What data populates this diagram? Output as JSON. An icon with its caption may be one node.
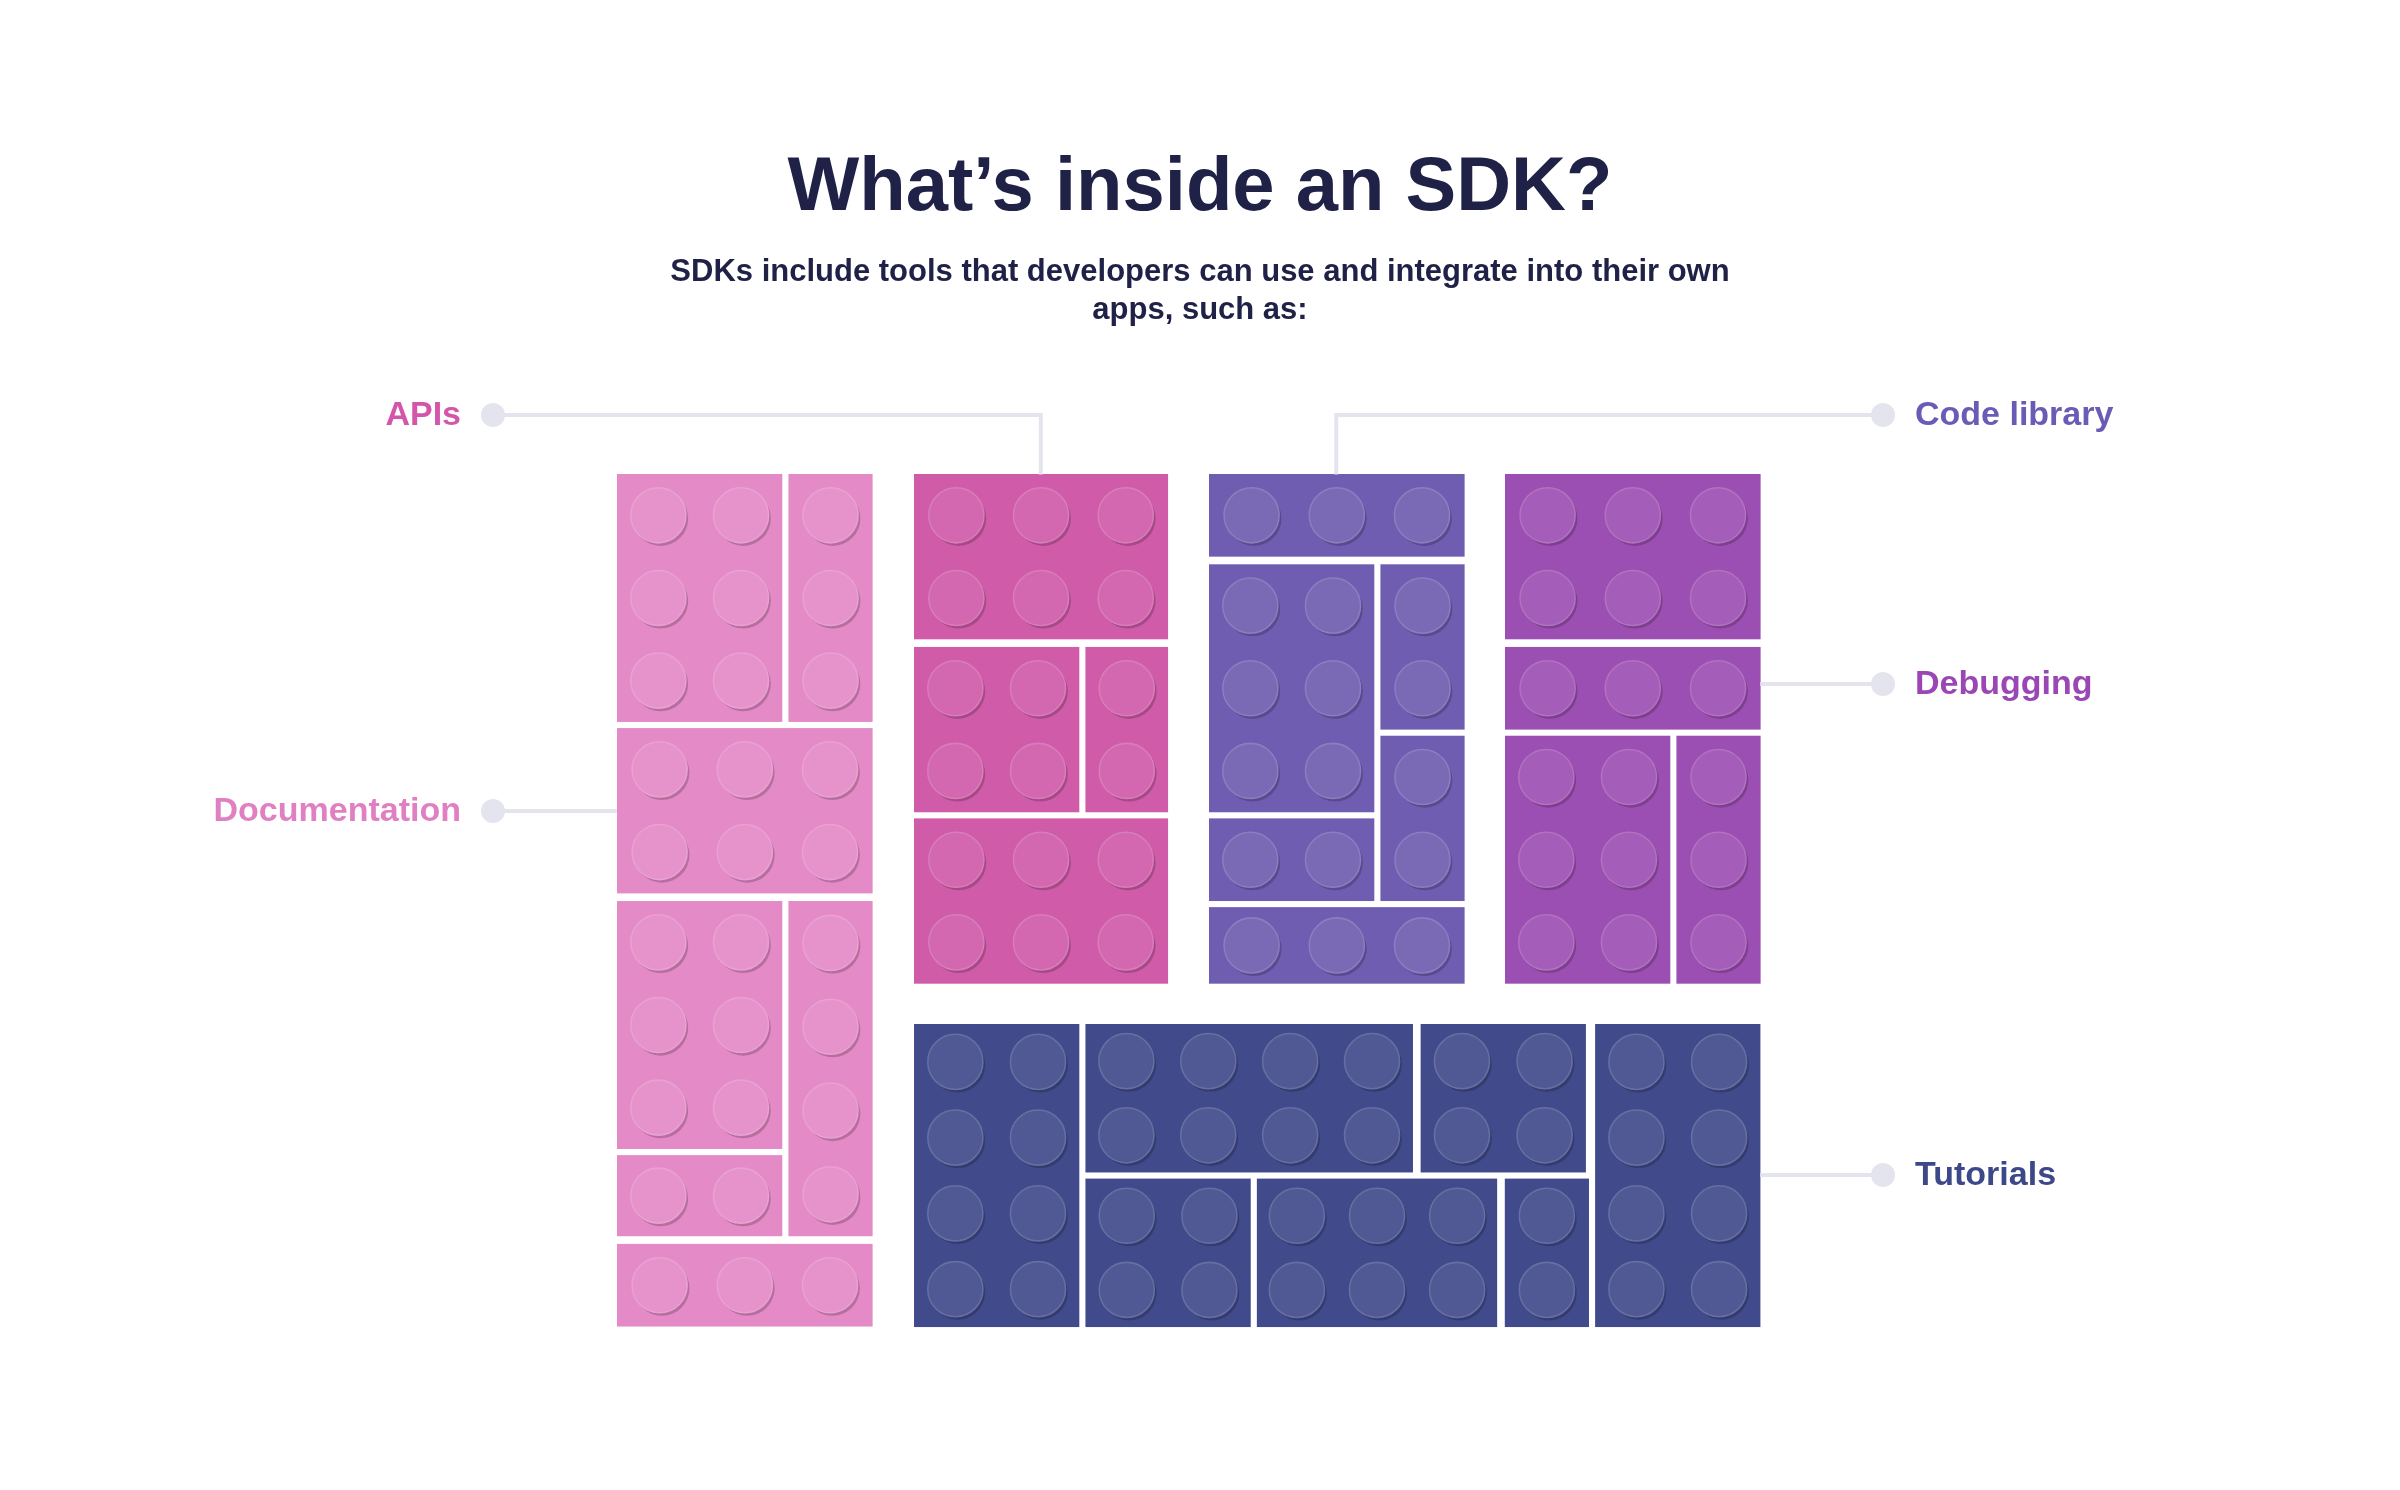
{
  "diagram": {
    "title": "What’s inside an SDK?",
    "nodes": [
      {
        "text": [
          "APIs"
        ]
      },
      {
        "text": [
          "Code library"
        ]
      },
      {
        "text": [
          "Debugging"
        ]
      },
      {
        "text": [
          "Documentation"
        ]
      },
      {
        "text": [
          "Tutorials"
        ]
      },
      {
        "text": [],
        "shape": "picture"
      },
      {
        "text": [],
        "shape": "picture"
      },
      {
        "text": [],
        "shape": "picture"
      },
      {
        "text": [],
        "shape": "picture"
      },
      {
        "text": [],
        "shape": "picture"
      }
    ],
    "edges": [
      {
        "from": 0,
        "to": 6,
        "arrow": "other"
      },
      {
        "from": 1,
        "to": 7,
        "arrow": "other"
      },
      {
        "from": 2,
        "to": 8,
        "arrow": "other"
      },
      {
        "from": 3,
        "to": 5,
        "arrow": "other"
      },
      {
        "from": 4,
        "to": 9,
        "arrow": "other"
      }
    ],
    "labels": [
      "SDKs include tools that developers can use and integrate into their own apps, such as:"
    ]
  }
}
